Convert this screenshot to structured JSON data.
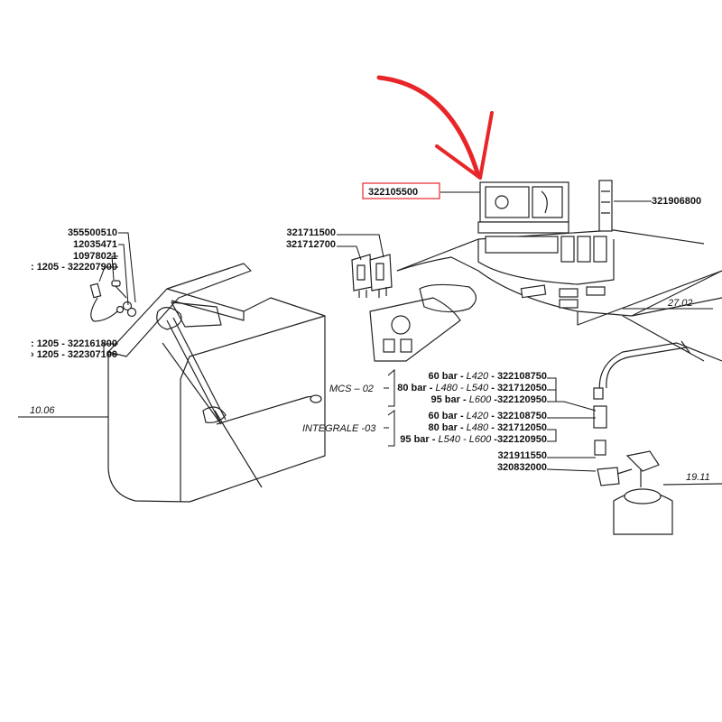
{
  "left_group": {
    "labels": [
      "355500510",
      "12035471",
      "10978021",
      ": 1205 - 322207900",
      ": 1205 - 322161800",
      "› 1205 - 322307100"
    ],
    "ref": "10.06"
  },
  "middle_group": {
    "switch_labels": [
      "321711500",
      "321712700"
    ],
    "highlighted_part": "322105500",
    "right_part": "321906800",
    "ref_dash": "27.02",
    "ref_bottom": "19.11"
  },
  "sensor_table": {
    "groups": [
      {
        "name": "MCS",
        "code": "02",
        "rows": [
          {
            "pressure": "60 bar",
            "models": "L420",
            "part": "322108750"
          },
          {
            "pressure": "80 bar",
            "models": "L480 - L540",
            "part": "321712050"
          },
          {
            "pressure": "95 bar",
            "models": "L600",
            "part": "322120950"
          }
        ]
      },
      {
        "name": "INTEGRALE",
        "code": "03",
        "rows": [
          {
            "pressure": "60 bar",
            "models": "L420",
            "part": "322108750"
          },
          {
            "pressure": "80 bar",
            "models": "L480",
            "part": "321712050"
          },
          {
            "pressure": "95 bar",
            "models": "L540 - L600",
            "part": "322120950"
          }
        ]
      }
    ],
    "extra_parts": [
      "321911550",
      "320832000"
    ]
  },
  "colors": {
    "highlight": "#e8262a",
    "line": "#111111"
  }
}
